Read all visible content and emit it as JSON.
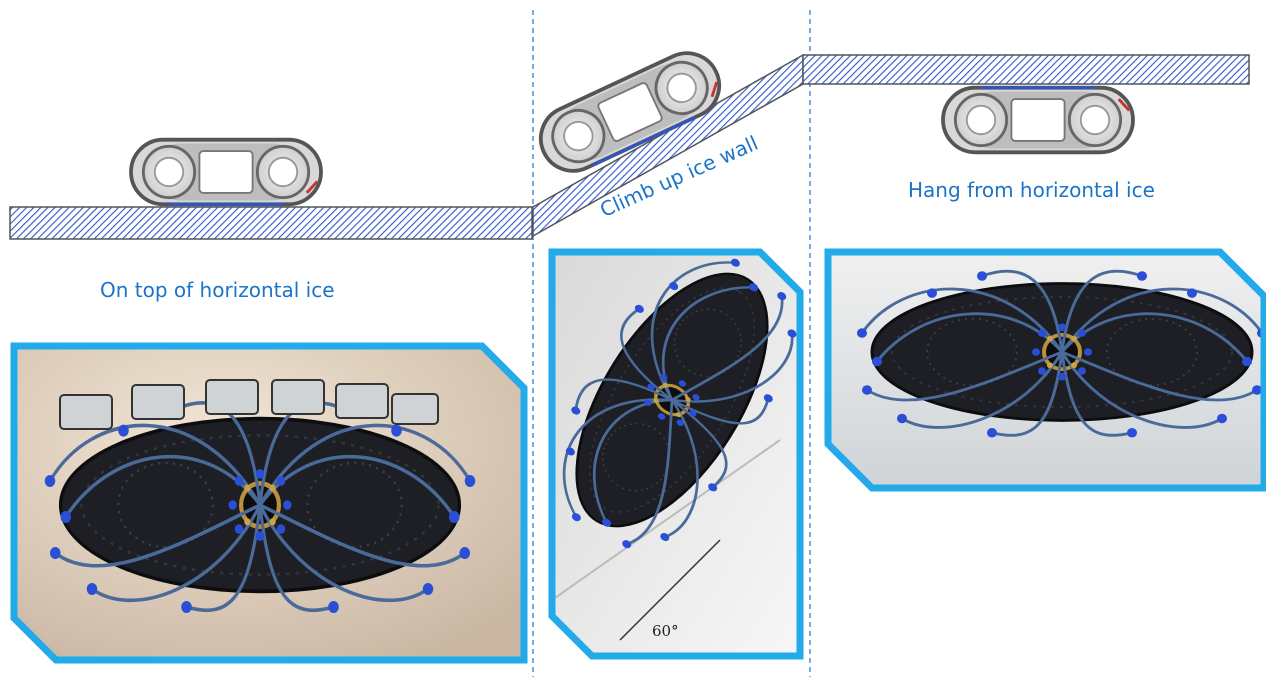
{
  "labels": {
    "on_top": "On top of horizontal ice",
    "climb": "Climb up ice wall",
    "hang": "Hang from horizontal ice"
  },
  "photo_annotation": "60°",
  "colors": {
    "accent_text": "#1a74c9",
    "frame": "#22aaea",
    "hatch": "#2e56c8",
    "robot_frame": "#555555",
    "divider": "#1a74c9"
  }
}
